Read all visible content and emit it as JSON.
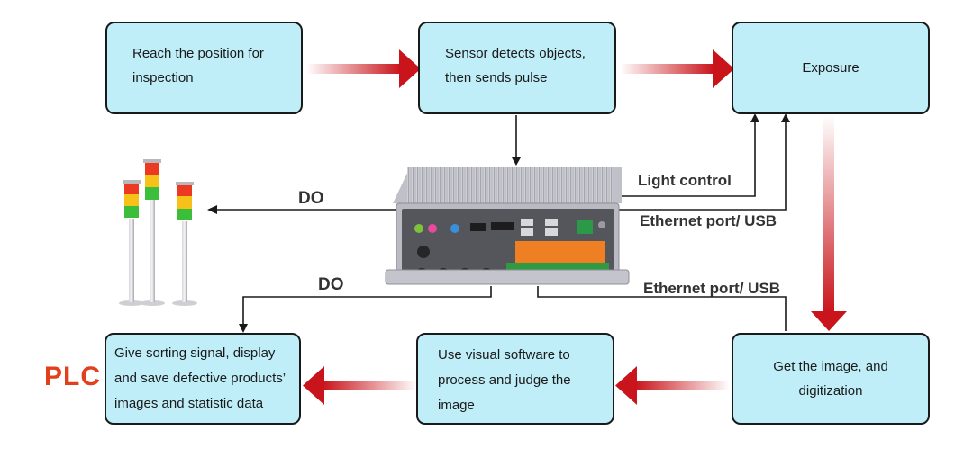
{
  "boxes": {
    "reach": "Reach the position for inspection",
    "sensor": "Sensor detects objects, then sends pulse",
    "exposure": "Exposure",
    "get_image": "Get the image, and digitization",
    "software": "Use visual software to process and judge the image",
    "plc_box": "Give sorting signal, display and save defective products’ images and statistic data"
  },
  "labels": {
    "do_top": "DO",
    "do_bottom": "DO",
    "light_control": "Light control",
    "ethernet_top": "Ethernet port/ USB",
    "ethernet_bottom": "Ethernet port/ USB",
    "plc": "PLC"
  },
  "colors": {
    "box_fill": "#bfeef8",
    "flow_arrow": "#c8141a",
    "plc_text": "#e0401c"
  },
  "icons": {
    "computer": "industrial-computer-icon",
    "tower_lights": "signal-tower-light-icon"
  }
}
